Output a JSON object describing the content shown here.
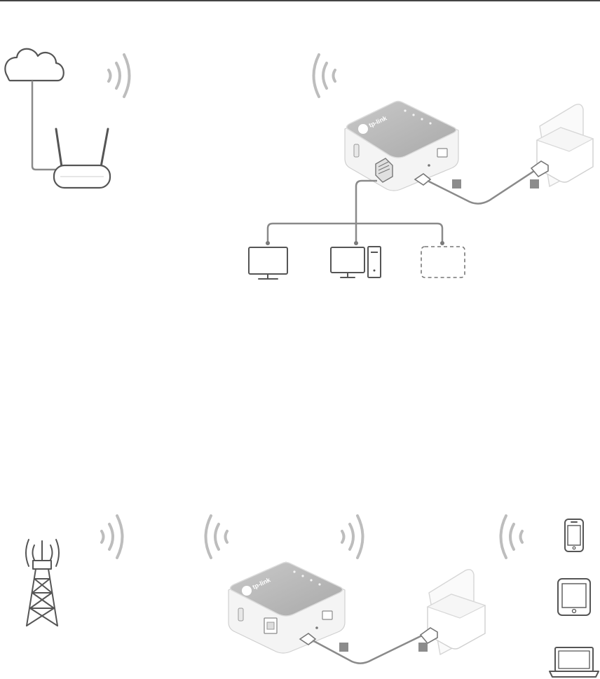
{
  "diagram": {
    "scenario_top": {
      "nodes": [
        "cloud-icon",
        "main-router-icon",
        "mini-router-device",
        "power-adapter",
        "monitor-icon",
        "desktop-pc-icon",
        "optional-device-placeholder"
      ],
      "badges": [
        "",
        ""
      ]
    },
    "scenario_bottom": {
      "nodes": [
        "cell-tower-icon",
        "mini-router-device",
        "power-adapter",
        "smartphone-icon",
        "tablet-icon",
        "laptop-icon"
      ],
      "badges": [
        "",
        ""
      ]
    },
    "device": {
      "brand": "tp-link"
    },
    "colors": {
      "line": "#8a8a8a",
      "wave": "#bdbdbd",
      "icon_stroke": "#555555",
      "device_top": "#b9b9b9",
      "device_body": "#f4f4f4",
      "badge": "#8c8c8c",
      "rule": "#444444"
    }
  }
}
